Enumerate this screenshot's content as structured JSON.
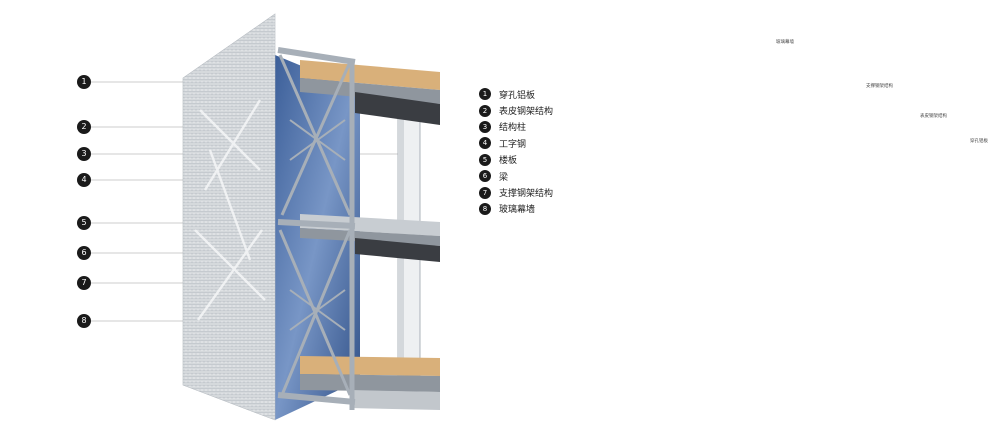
{
  "callouts": [
    "1",
    "2",
    "3",
    "4",
    "5",
    "6",
    "7",
    "8"
  ],
  "legend": [
    {
      "num": "1",
      "label": "穿孔铝板"
    },
    {
      "num": "2",
      "label": "表皮钢架结构"
    },
    {
      "num": "3",
      "label": "结构柱"
    },
    {
      "num": "4",
      "label": "工字钢"
    },
    {
      "num": "5",
      "label": "楼板"
    },
    {
      "num": "6",
      "label": "梁"
    },
    {
      "num": "7",
      "label": "支撑钢架结构"
    },
    {
      "num": "8",
      "label": "玻璃幕墙"
    }
  ],
  "iso_labels": {
    "a": "玻璃幕墙",
    "b": "支撑钢架结构",
    "c": "表皮钢架结构",
    "d": "穿孔铝板"
  },
  "colors": {
    "marker": "#1a1a1a",
    "glass": "#5b7fb3",
    "steel": "#b9c0c8",
    "wood": "#d9b07a",
    "leader": "#9a9a9a"
  }
}
